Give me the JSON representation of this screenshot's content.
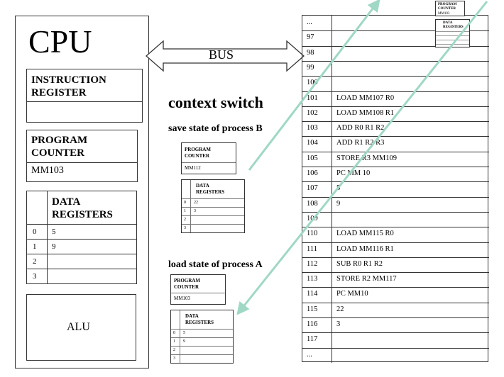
{
  "cpu": {
    "title": "CPU",
    "instruction_register_label_1": "INSTRUCTION",
    "instruction_register_label_2": "REGISTER",
    "instruction_register_value": "",
    "program_counter_label_1": "PROGRAM",
    "program_counter_label_2": "COUNTER",
    "program_counter_value": "MM103",
    "data_registers_label_1": "DATA",
    "data_registers_label_2": "REGISTERS",
    "registers": [
      {
        "index": "0",
        "value": "5"
      },
      {
        "index": "1",
        "value": "9"
      },
      {
        "index": "2",
        "value": ""
      },
      {
        "index": "3",
        "value": ""
      }
    ],
    "alu_label": "ALU"
  },
  "bus_label": "BUS",
  "context_switch": {
    "heading": "context switch",
    "save_heading": "save state of process B",
    "load_heading": "load state of   process A",
    "saved": {
      "pc_label_1": "PROGRAM",
      "pc_label_2": "COUNTER",
      "pc_value": "MM112",
      "dr_label_1": "DATA",
      "dr_label_2": "REGISTERS",
      "registers": [
        {
          "index": "0",
          "value": "22"
        },
        {
          "index": "1",
          "value": "3"
        },
        {
          "index": "2",
          "value": ""
        },
        {
          "index": "3",
          "value": ""
        }
      ]
    },
    "loaded": {
      "pc_label_1": "PROGRAM",
      "pc_label_2": "COUNTER",
      "pc_value": "MM103",
      "dr_label_1": "DATA",
      "dr_label_2": "REGISTERS",
      "registers": [
        {
          "index": "0",
          "value": "5"
        },
        {
          "index": "1",
          "value": "9"
        },
        {
          "index": "2",
          "value": ""
        },
        {
          "index": "3",
          "value": ""
        }
      ]
    },
    "corner_pc_label_1": "PROGRAM",
    "corner_pc_label_2": "COUNTER",
    "corner_pc_value": "MM103",
    "corner_dr_label_1": "DATA",
    "corner_dr_label_2": "REGISTERS"
  },
  "memory": {
    "rows": [
      {
        "addr": "...",
        "content": ""
      },
      {
        "addr": "97",
        "content": ""
      },
      {
        "addr": "98",
        "content": ""
      },
      {
        "addr": "99",
        "content": ""
      },
      {
        "addr": "100",
        "content": ""
      },
      {
        "addr": "101",
        "content": "LOAD MM107 R0"
      },
      {
        "addr": "102",
        "content": "LOAD MM108 R1"
      },
      {
        "addr": "103",
        "content": "ADD R0 R1 R2"
      },
      {
        "addr": "104",
        "content": "ADD R1 R2 R3"
      },
      {
        "addr": "105",
        "content": "STORE R3  MM109"
      },
      {
        "addr": "106",
        "content": "PC MM 10"
      },
      {
        "addr": "107",
        "content": "5"
      },
      {
        "addr": "108",
        "content": "9"
      },
      {
        "addr": "109",
        "content": ""
      },
      {
        "addr": "110",
        "content": "LOAD MM115 R0"
      },
      {
        "addr": "111",
        "content": "LOAD MM116 R1"
      },
      {
        "addr": "112",
        "content": "SUB  R0 R1 R2"
      },
      {
        "addr": "113",
        "content": "STORE R2  MM117"
      },
      {
        "addr": "114",
        "content": "PC MM10"
      },
      {
        "addr": "115",
        "content": "22"
      },
      {
        "addr": "116",
        "content": "3"
      },
      {
        "addr": "117",
        "content": ""
      },
      {
        "addr": "...",
        "content": ""
      }
    ]
  },
  "colors": {
    "arrow_green": "#9fd8c4",
    "border": "#333333"
  }
}
